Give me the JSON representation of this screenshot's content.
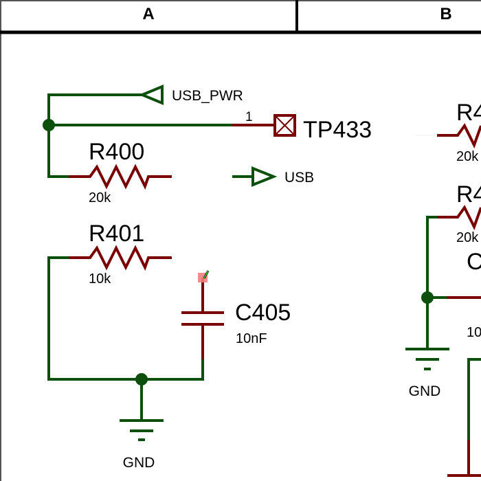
{
  "sheet": {
    "zones": [
      {
        "label": "A"
      },
      {
        "label": "B"
      }
    ]
  },
  "nets": {
    "usb_pwr": "USB_PWR",
    "usb": "USB",
    "gnd_left": "GND",
    "gnd_right": "GND"
  },
  "components": {
    "tp433": {
      "ref": "TP433",
      "pin": "1"
    },
    "r400": {
      "ref": "R400",
      "value": "20k"
    },
    "r401": {
      "ref": "R401",
      "value": "10k"
    },
    "c405": {
      "ref": "C405",
      "value": "10nF"
    },
    "right_r_top": {
      "ref": "R4",
      "value": "20k"
    },
    "right_r_mid": {
      "ref": "R4",
      "value": "20k"
    },
    "right_c": {
      "ref": "C",
      "value": "10"
    }
  },
  "colors": {
    "wire": "#0d4f0d",
    "part": "#7a0000",
    "cursor_highlight": "#f08080",
    "pencil": "#33dd33"
  },
  "tool": {
    "cursor": "pencil-icon"
  }
}
